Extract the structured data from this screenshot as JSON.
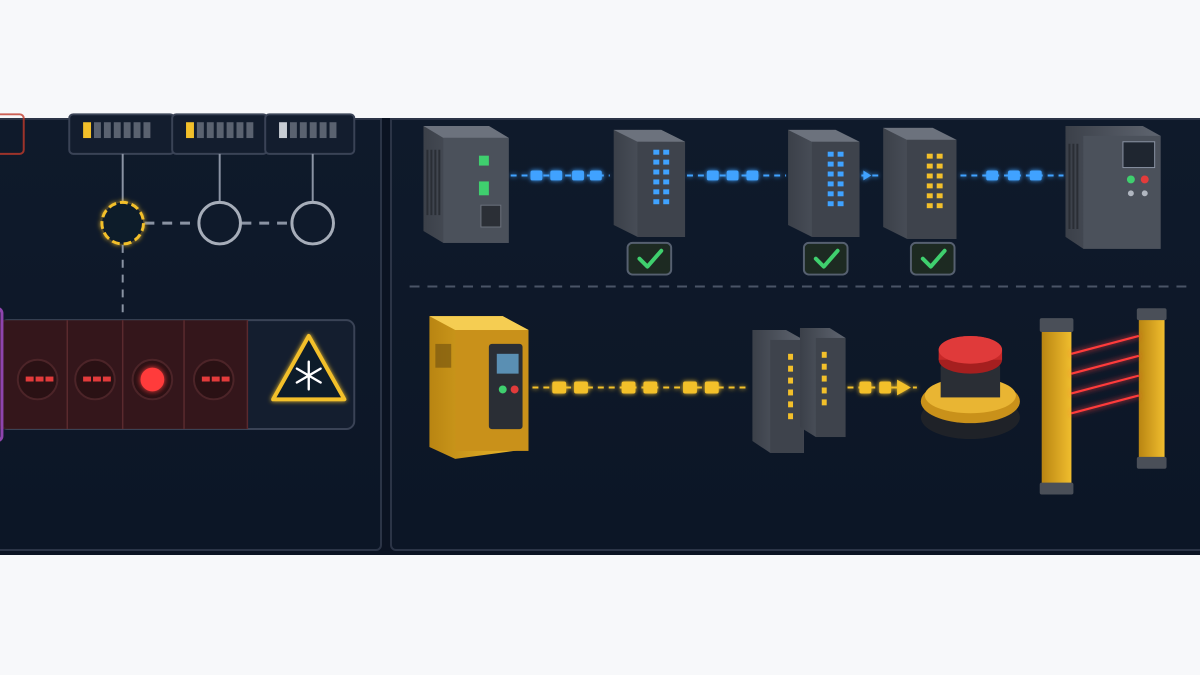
{
  "colors": {
    "background": "#0b1322",
    "panel": "#0f1a2b",
    "panel_border": "#2b3446",
    "accent_yellow": "#f3c02a",
    "accent_blue": "#3fa2ff",
    "alarm_red": "#e23b3b",
    "ok_green": "#3fcf6e",
    "device_gray": "#4a4f58",
    "device_yellow": "#d8a21c"
  },
  "left_panel": {
    "bus_nodes": [
      {
        "name": "node-active",
        "state": "active"
      },
      {
        "name": "node-idle-1",
        "state": "idle"
      },
      {
        "name": "node-idle-2",
        "state": "idle"
      }
    ],
    "alarm_slots": [
      {
        "state": "off"
      },
      {
        "state": "off"
      },
      {
        "state": "on"
      },
      {
        "state": "off"
      }
    ],
    "warning": {
      "icon": "snowflake-warning-icon"
    }
  },
  "right_panel": {
    "network_line": {
      "color": "blue",
      "devices": [
        {
          "icon": "controller-icon",
          "status": "none"
        },
        {
          "icon": "io-module-icon",
          "status": "ok"
        },
        {
          "icon": "io-module-icon",
          "status": "ok"
        },
        {
          "icon": "io-module-icon",
          "status": "ok"
        },
        {
          "icon": "drive-icon",
          "status": "none"
        }
      ]
    },
    "safety_line": {
      "color": "yellow",
      "devices": [
        {
          "icon": "safety-controller-icon"
        },
        {
          "icon": "safety-io-module-icon"
        },
        {
          "icon": "emergency-stop-icon"
        },
        {
          "icon": "light-curtain-icon"
        }
      ]
    }
  }
}
